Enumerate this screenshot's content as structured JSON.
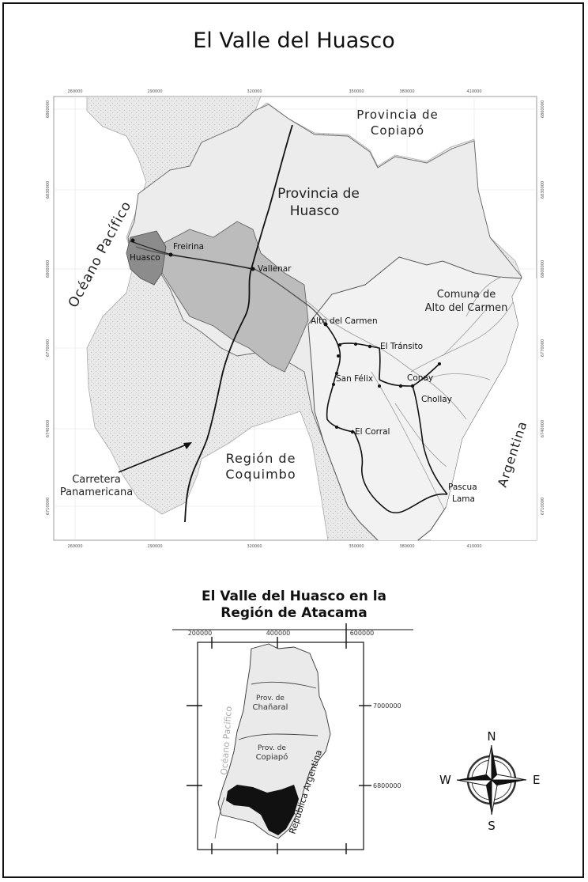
{
  "title": "El Valle del Huasco",
  "inset_title_line1": "El Valle del Huasco en la",
  "inset_title_line2": "Región de Atacama",
  "colors": {
    "land": "#e6e6e6",
    "region": "#f0f0f0",
    "communes": "#b8b8b8",
    "huasco_commune": "#8a8a8a",
    "road": "#111111",
    "river": "#777777"
  },
  "main_map": {
    "grid_top": [
      "260000",
      "290000",
      "320000",
      "350000",
      "380000",
      "410000"
    ],
    "grid_bottom": [
      "260000",
      "290000",
      "320000",
      "350000",
      "380000",
      "410000"
    ],
    "grid_left": [
      "6860000",
      "6830000",
      "6800000",
      "6770000",
      "6740000",
      "6710000"
    ],
    "grid_right": [
      "6860000",
      "6830000",
      "6800000",
      "6770000",
      "6740000",
      "6710000"
    ],
    "labels": {
      "provincia_copiapo_1": "Provincia de",
      "provincia_copiapo_2": "Copiapó",
      "provincia_huasco_1": "Provincia de",
      "provincia_huasco_2": "Huasco",
      "oceano": "Océano Pacífico",
      "region_coquimbo_1": "Región de",
      "region_coquimbo_2": "Coquimbo",
      "carretera_1": "Carretera",
      "carretera_2": "Panamericana",
      "argentina": "Argentina",
      "comuna_1": "Comuna de",
      "comuna_2": "Alto del Carmen"
    },
    "towns": {
      "huasco": "Huasco",
      "freirina": "Freirina",
      "vallenar": "Vallenar",
      "alto_del_carmen": "Alto del Carmen",
      "el_transito": "El Tránsito",
      "san_felix": "San Félix",
      "conay": "Conay",
      "chollay": "Chollay",
      "el_corral": "El Corral",
      "pascua_1": "Pascua",
      "pascua_2": "Lama"
    }
  },
  "inset_map": {
    "grid_top": [
      "200000",
      "400000",
      "600000"
    ],
    "grid_right": [
      "7000000",
      "6800000"
    ],
    "labels": {
      "chanaral_1": "Prov. de",
      "chanaral_2": "Chañaral",
      "copiapo_1": "Prov. de",
      "copiapo_2": "Copiapó",
      "oceano": "Océano Pacífico",
      "argentina": "República Argentina"
    }
  },
  "compass": {
    "n": "N",
    "s": "S",
    "e": "E",
    "w": "W"
  }
}
